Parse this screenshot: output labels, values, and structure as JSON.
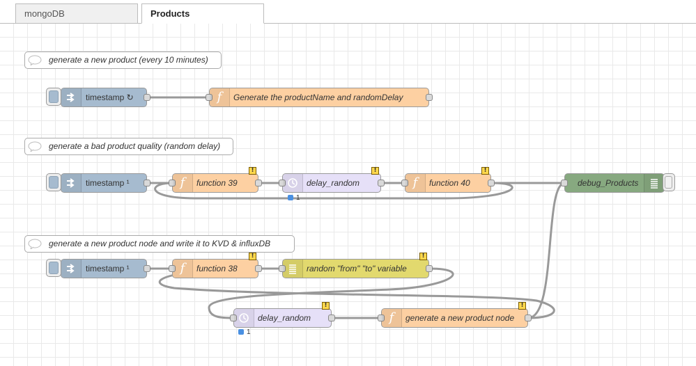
{
  "tabs": [
    {
      "label": "mongoDB",
      "active": false
    },
    {
      "label": "Products",
      "active": true
    }
  ],
  "colors": {
    "inject": "#a6bbcf",
    "function": "#fdd0a2",
    "delay": "#e6e0f8",
    "change": "#e2d96e",
    "debug": "#87a980"
  },
  "comments": {
    "c1": "generate a new product (every 10 minutes)",
    "c2": "generate a bad product quality (random delay)",
    "c3": "generate a new product node and write it to KVD & influxDB"
  },
  "nodes": {
    "inject1": "timestamp ↻",
    "func_generate": "Generate the productName and randomDelay",
    "inject2": "timestamp ¹",
    "func39": "function 39",
    "delay1": "delay_random",
    "func40": "function 40",
    "debug": "debug_Products",
    "inject3": "timestamp ¹",
    "func38": "function 38",
    "change_random": "random \"from\" \"to\" variable",
    "delay2": "delay_random",
    "func_gen_node": "generate a new product node"
  },
  "statuses": {
    "delay1_status": "1",
    "delay2_status": "1"
  },
  "warning_badge": "!"
}
